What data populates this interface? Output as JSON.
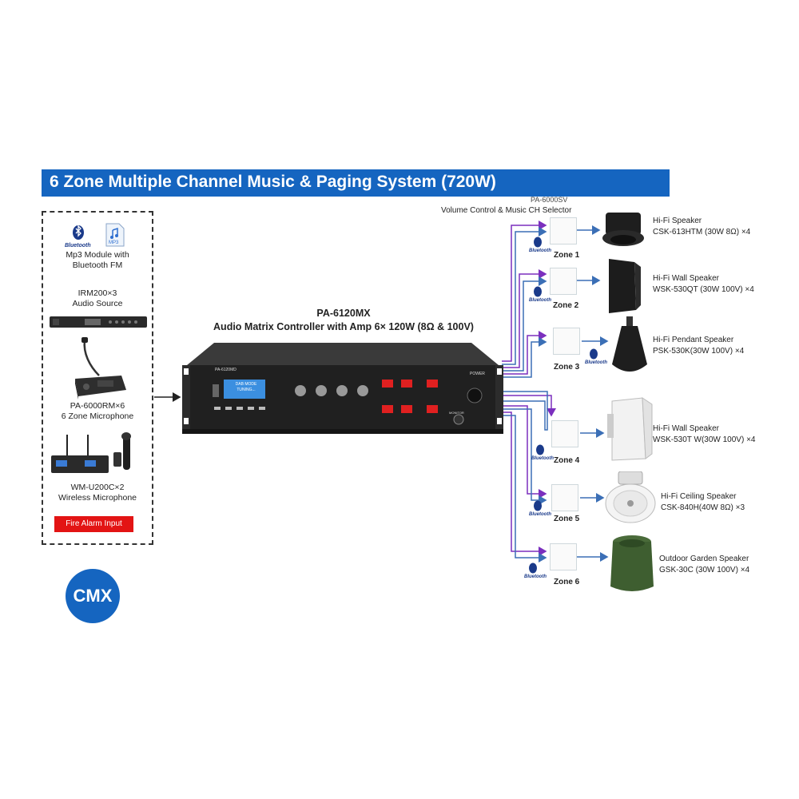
{
  "header": {
    "title": "6 Zone Multiple Channel Music & Paging System (720W)"
  },
  "sources": {
    "bluetooth_word": "Bluetooth",
    "mp3_word": "MP3",
    "mp3_module": [
      "Mp3 Module with",
      "Bluetooth FM"
    ],
    "audio_source": [
      "IRM200×3",
      "Audio Source"
    ],
    "microphone": [
      "PA-6000RM×6",
      "6 Zone Microphone"
    ],
    "wireless_mic": [
      "WM-U200C×2",
      "Wireless  Microphone"
    ],
    "fire_alarm": "Fire Alarm Input"
  },
  "logo": {
    "text": "CMX"
  },
  "controller": {
    "model": "PA-6120MX",
    "description": "Audio Matrix Controller with Amp 6× 120W (8Ω & 100V)",
    "faceplate_label": "PA-6120MD",
    "display_text": [
      "DAB MODE",
      "TUNING..."
    ],
    "power_label": "POWER",
    "monitor_label": "MONITOR"
  },
  "selector": {
    "model_partial": "PA-6000SV",
    "description": "Volume  Control & Music CH Selector"
  },
  "zones": [
    {
      "name": "Zone 1",
      "speaker": [
        "Hi-Fi Speaker",
        "CSK-613HTM (30W 8Ω) ×4"
      ]
    },
    {
      "name": "Zone 2",
      "speaker": [
        "Hi-Fi Wall Speaker",
        "WSK-530QT (30W 100V) ×4"
      ]
    },
    {
      "name": "Zone 3",
      "speaker": [
        "Hi-Fi Pendant Speaker",
        "PSK-530K(30W 100V) ×4"
      ]
    },
    {
      "name": "Zone 4",
      "speaker": [
        "Hi-Fi Wall Speaker",
        "WSK-530T W(30W 100V) ×4"
      ]
    },
    {
      "name": "Zone 5",
      "speaker": [
        "Hi-Fi Ceiling Speaker",
        "CSK-840H(40W 8Ω) ×3"
      ]
    },
    {
      "name": "Zone 6",
      "speaker": [
        "Outdoor Garden Speaker",
        "GSK-30C (30W 100V) ×4"
      ]
    }
  ],
  "colors": {
    "banner": "#1565c0",
    "purple_line": "#7b2fbe",
    "blue_line": "#3b6fb6",
    "fire": "#e31414"
  }
}
